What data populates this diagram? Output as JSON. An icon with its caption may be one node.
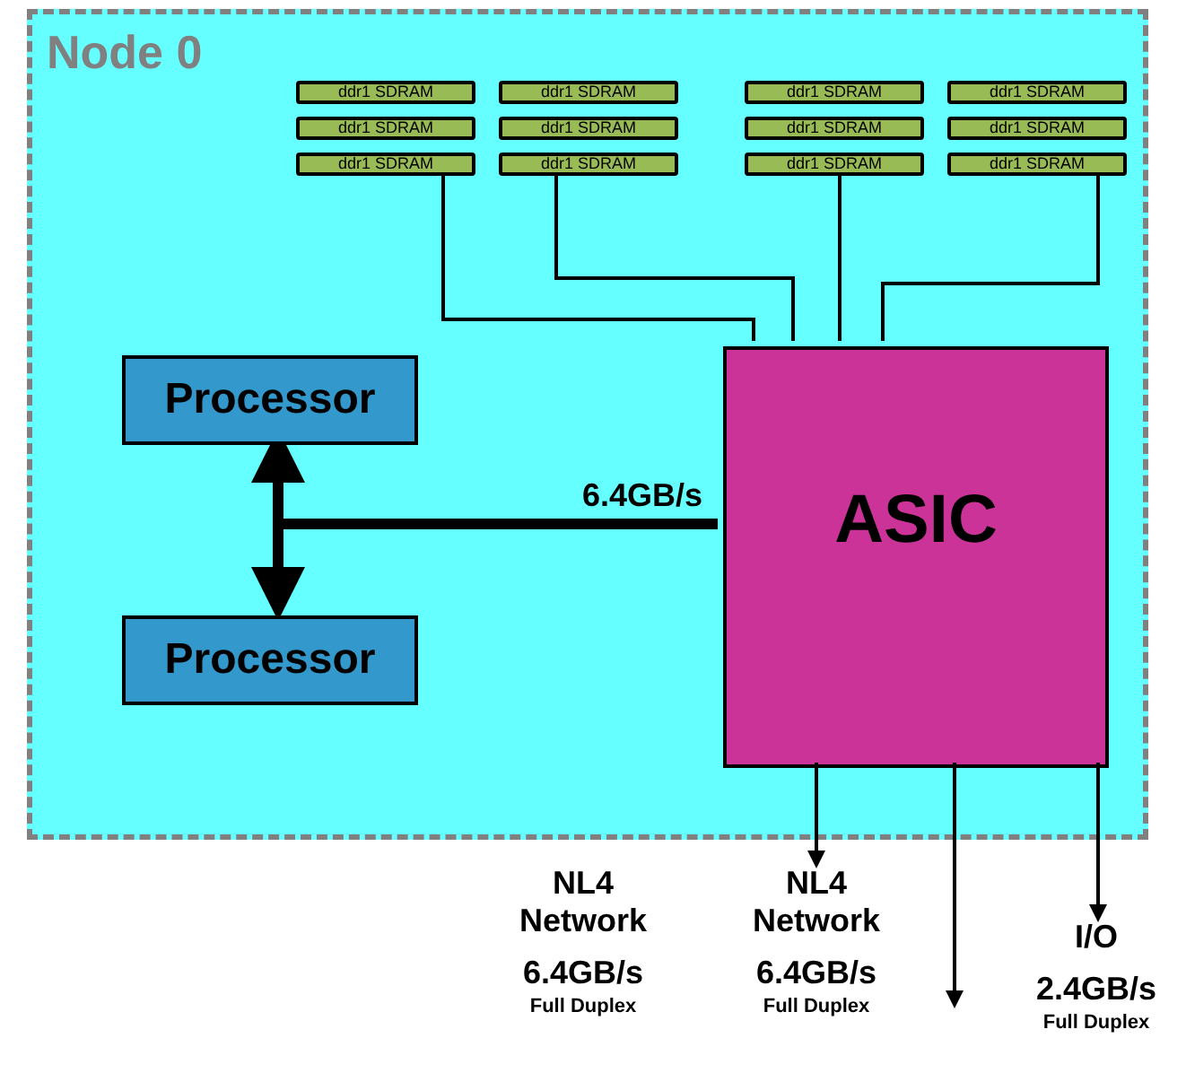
{
  "diagram": {
    "nodes": [
      {
        "text": [
          "Node 0"
        ]
      },
      {
        "text": [
          "ddr1 SDRAM"
        ],
        "in": 0
      },
      {
        "text": [
          "ddr1 SDRAM"
        ],
        "in": 0
      },
      {
        "text": [
          "ddr1 SDRAM"
        ],
        "in": 0
      },
      {
        "text": [
          "ddr1 SDRAM"
        ],
        "in": 0
      },
      {
        "text": [
          "ddr1 SDRAM"
        ],
        "in": 0
      },
      {
        "text": [
          "ddr1 SDRAM"
        ],
        "in": 0
      },
      {
        "text": [
          "ddr1 SDRAM"
        ],
        "in": 0
      },
      {
        "text": [
          "ddr1 SDRAM"
        ],
        "in": 0
      },
      {
        "text": [
          "ddr1 SDRAM"
        ],
        "in": 0
      },
      {
        "text": [
          "ddr1 SDRAM"
        ],
        "in": 0
      },
      {
        "text": [
          "ddr1 SDRAM"
        ],
        "in": 0
      },
      {
        "text": [
          "ddr1 SDRAM"
        ],
        "in": 0
      },
      {
        "text": [
          "Processor"
        ],
        "in": 0
      },
      {
        "text": [
          "Processor"
        ],
        "in": 0
      },
      {
        "text": [
          "ASIC"
        ],
        "in": 0
      },
      {
        "text": [
          "NL4 Network",
          "6.4GB/s",
          "Full Duplex"
        ]
      },
      {
        "text": [
          "I/O",
          "2.4GB/s",
          "Full Duplex"
        ]
      }
    ],
    "edges": [
      {
        "from": 15,
        "to": 13,
        "arrow": "to",
        "style": "thick",
        "label": "6.4GB/s"
      },
      {
        "from": 15,
        "to": 14,
        "arrow": "to",
        "style": "thick"
      },
      {
        "from": 3,
        "to": 15,
        "arrow": "none"
      },
      {
        "from": 6,
        "to": 15,
        "arrow": "none"
      },
      {
        "from": 9,
        "to": 15,
        "arrow": "none"
      },
      {
        "from": 12,
        "to": 15,
        "arrow": "none"
      },
      {
        "from": 15,
        "to": 16,
        "arrow": "to"
      },
      {
        "from": 15,
        "to": null,
        "arrow": "to"
      },
      {
        "from": 15,
        "to": 17,
        "arrow": "to"
      }
    ],
    "labels": [
      "NL4 Network",
      "6.4GB/s",
      "Full Duplex"
    ]
  }
}
